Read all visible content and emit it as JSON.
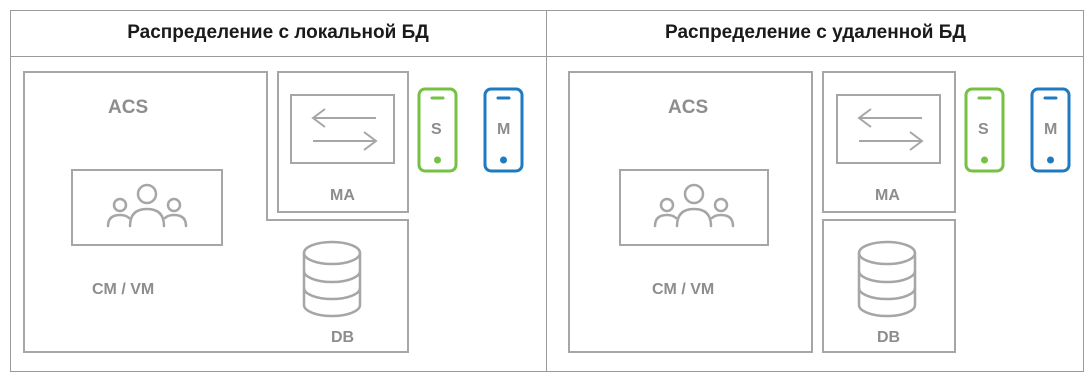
{
  "headers": {
    "left": "Распределение с локальной БД",
    "right": "Распределение с удаленной БД"
  },
  "left_panel": {
    "acs": "ACS",
    "cm_vm": "CM / VM",
    "ma": "MA",
    "db": "DB",
    "device_s": "S",
    "device_m": "M"
  },
  "right_panel": {
    "acs": "ACS",
    "cm_vm": "CM / VM",
    "ma": "MA",
    "db": "DB",
    "device_s": "S",
    "device_m": "M"
  },
  "colors": {
    "line": "#a6a6a6",
    "label": "#8d8d8d",
    "device_s": "#76c043",
    "device_m": "#1f7bc1"
  },
  "icons": [
    "users-icon",
    "transfer-arrows-icon",
    "database-icon",
    "phone-icon"
  ]
}
